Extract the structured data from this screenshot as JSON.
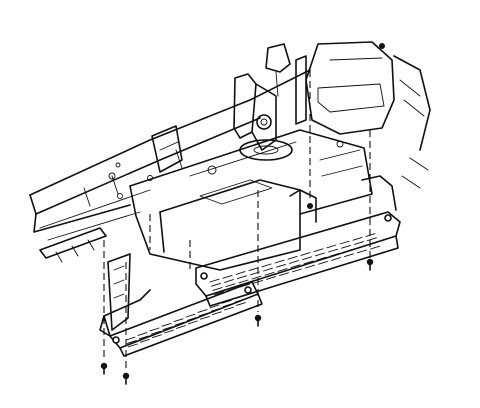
{
  "figure": {
    "parts": [
      {
        "id": "frame-rail",
        "icon": "frame-rail-icon"
      },
      {
        "id": "engine-mount",
        "icon": "engine-mount-icon"
      },
      {
        "id": "transmission-mount",
        "icon": "transmission-mount-icon"
      },
      {
        "id": "skid-plate-front",
        "icon": "skid-plate-icon"
      },
      {
        "id": "skid-plate-rear",
        "icon": "skid-plate-icon"
      },
      {
        "id": "crossmember",
        "icon": "crossmember-icon"
      }
    ],
    "fasteners": [
      "bolt",
      "bolt",
      "bolt",
      "bolt",
      "bolt"
    ]
  }
}
